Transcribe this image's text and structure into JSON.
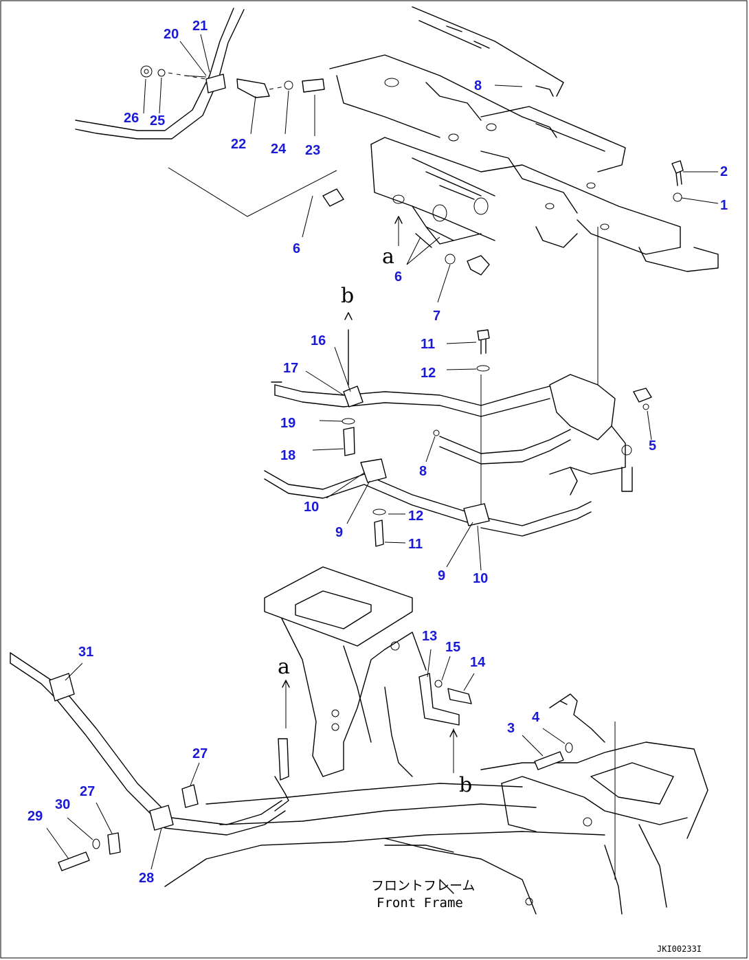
{
  "callouts": [
    "1",
    "2",
    "3",
    "4",
    "5",
    "6",
    "6",
    "6",
    "7",
    "8",
    "8",
    "9",
    "9",
    "10",
    "10",
    "11",
    "11",
    "12",
    "12",
    "13",
    "14",
    "15",
    "16",
    "17",
    "18",
    "19",
    "20",
    "21",
    "22",
    "23",
    "24",
    "25",
    "26",
    "27",
    "27",
    "28",
    "29",
    "30",
    "31"
  ],
  "view_markers": {
    "a_top": "a",
    "b_top": "b",
    "a_bottom": "a",
    "b_bottom": "b"
  },
  "label_jp": "フロントフレーム",
  "label_en": "Front Frame",
  "drawing_code": "JKI00233I",
  "colors": {
    "callout": "#1a1ad6",
    "line": "#000000"
  }
}
